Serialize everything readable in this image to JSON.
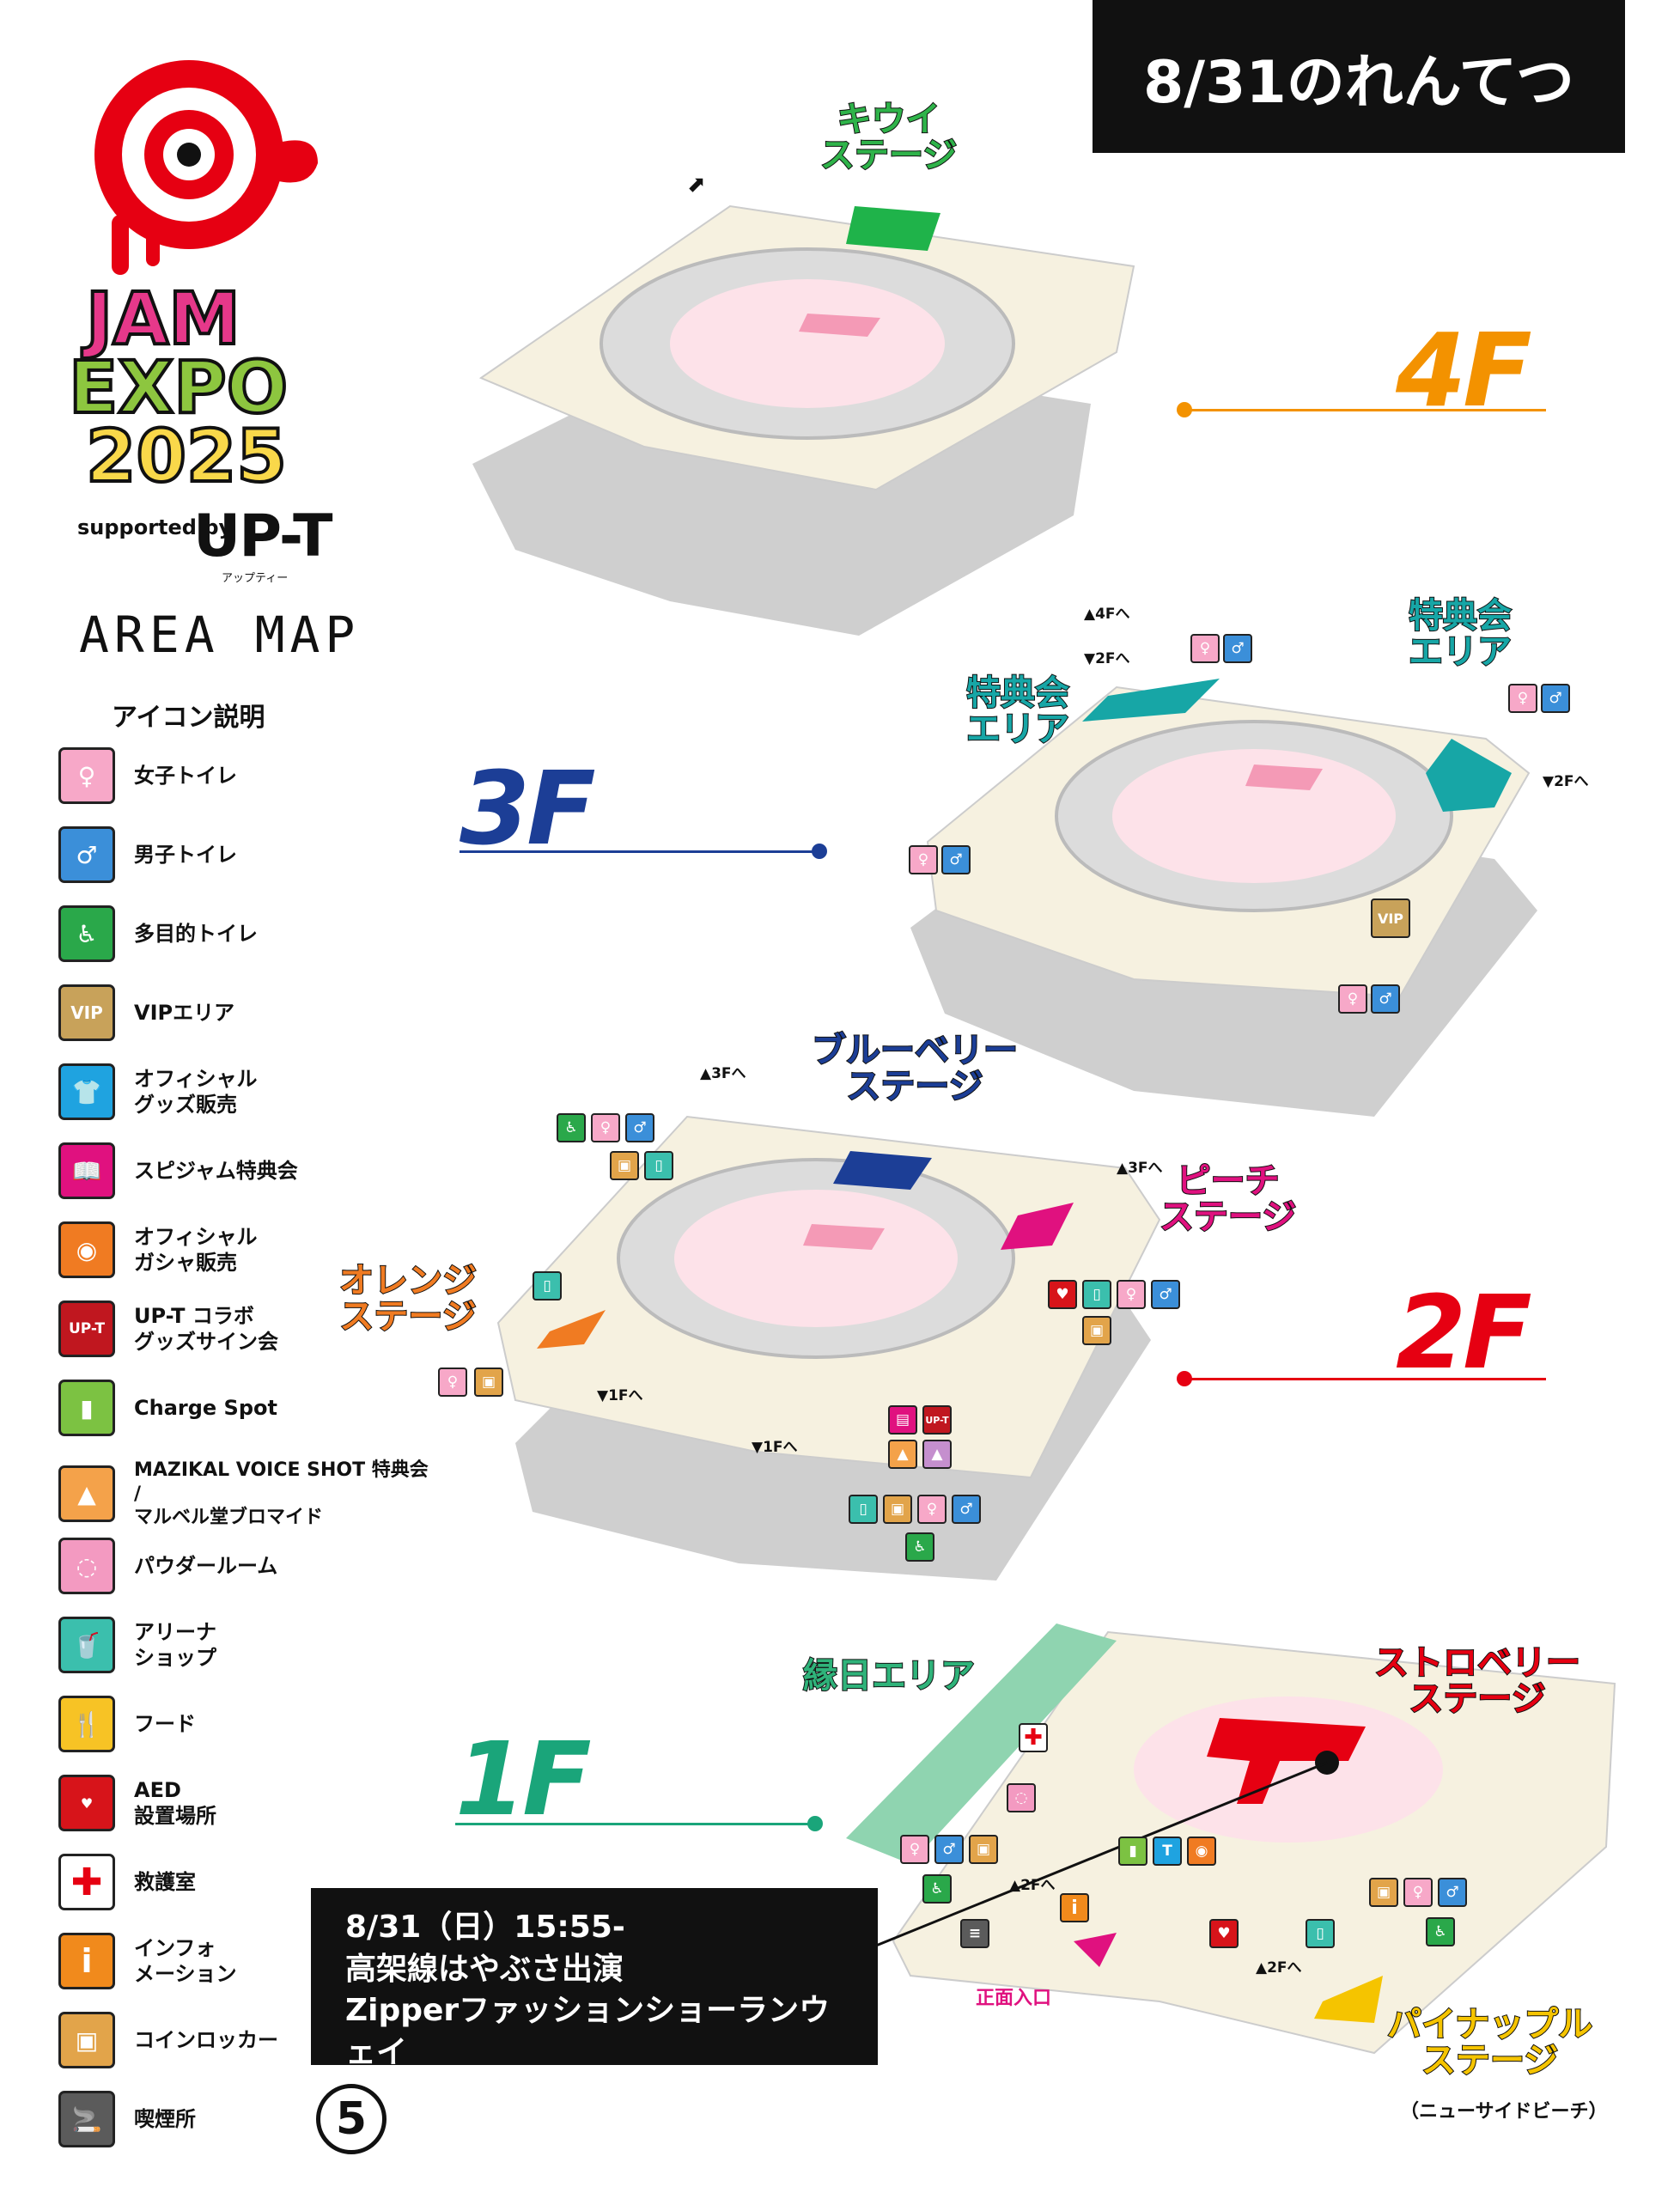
{
  "header": {
    "date_title": "8/31のれんてつ"
  },
  "branding": {
    "logo_text": "@JAM EXPO 2025",
    "supported_by": "supported by",
    "sponsor": "UP-T",
    "sponsor_kana": "アップティー",
    "map_title": "AREA MAP"
  },
  "legend": {
    "title": "アイコン説明",
    "items": [
      {
        "label": "女子トイレ",
        "icon": "female-icon",
        "color": "#f7a8c8"
      },
      {
        "label": "男子トイレ",
        "icon": "male-icon",
        "color": "#3b8fd9"
      },
      {
        "label": "多目的トイレ",
        "icon": "wheelchair-icon",
        "color": "#2aa84a"
      },
      {
        "label": "VIPエリア",
        "icon": "vip-icon",
        "color": "#c8a25a"
      },
      {
        "label": "オフィシャル\nグッズ販売",
        "icon": "tshirt-icon",
        "color": "#1fa3e0"
      },
      {
        "label": "スピジャム特典会",
        "icon": "book-icon",
        "color": "#e0117f"
      },
      {
        "label": "オフィシャル\nガシャ販売",
        "icon": "gacha-icon",
        "color": "#f07b22"
      },
      {
        "label": "UP-T コラボ\nグッズサイン会",
        "icon": "upt-icon",
        "color": "#c0171f"
      },
      {
        "label": "Charge Spot",
        "icon": "battery-icon",
        "color": "#7cc242"
      },
      {
        "label": "MAZIKAL VOICE SHOT 特典会 /\nマルベル堂ブロマイド",
        "icon": "photo-icon",
        "color": "#f4a24a"
      },
      {
        "label": "パウダールーム",
        "icon": "mirror-icon",
        "color": "#f39ac1"
      },
      {
        "label": "アリーナ\nショップ",
        "icon": "drink-icon",
        "color": "#3bbfad"
      },
      {
        "label": "フード",
        "icon": "fork-knife-icon",
        "color": "#f7c325"
      },
      {
        "label": "AED\n設置場所",
        "icon": "aed-icon",
        "color": "#d7141a"
      },
      {
        "label": "救護室",
        "icon": "first-aid-icon",
        "color": "#ffffff"
      },
      {
        "label": "インフォ\nメーション",
        "icon": "info-icon",
        "color": "#f18a1c"
      },
      {
        "label": "コインロッカー",
        "icon": "locker-icon",
        "color": "#e2a44a"
      },
      {
        "label": "喫煙所",
        "icon": "smoking-icon",
        "color": "#5b5b5b"
      }
    ]
  },
  "floors": {
    "f4": {
      "label": "4F",
      "color": "#f39200"
    },
    "f3": {
      "label": "3F",
      "color": "#1c3e96"
    },
    "f2": {
      "label": "2F",
      "color": "#e60012"
    },
    "f1": {
      "label": "1F",
      "color": "#1aa57a"
    }
  },
  "stages": {
    "kiwi": "キウイ\nステージ",
    "tokuten_left": "特典会\nエリア",
    "tokuten_right": "特典会\nエリア",
    "blueberry": "ブルーベリー\nステージ",
    "peach": "ピーチ\nステージ",
    "orange": "オレンジ\nステージ",
    "ennichi": "縁日エリア",
    "strawberry": "ストロベリー\nステージ",
    "pineapple": "パイナップル\nステージ",
    "pineapple_sub": "（ニューサイドビーチ）"
  },
  "stairs": {
    "f3_up": "▲4Fへ",
    "f3_down": "▼2Fへ",
    "f3_down_right": "▼2Fへ",
    "f2_up_left": "▲3Fへ",
    "f2_up_right": "▲3Fへ",
    "f2_down_1": "▼1Fへ",
    "f2_down_2": "▼1Fへ",
    "f1_up_1": "▲2Fへ",
    "f1_up_2": "▲2Fへ"
  },
  "entrance": "正面入口",
  "event": {
    "line1": "8/31（日）15:55-",
    "line2": "高架線はやぶさ出演",
    "line3": "Zipperファッションショーランウェイ"
  },
  "page_number": "5"
}
